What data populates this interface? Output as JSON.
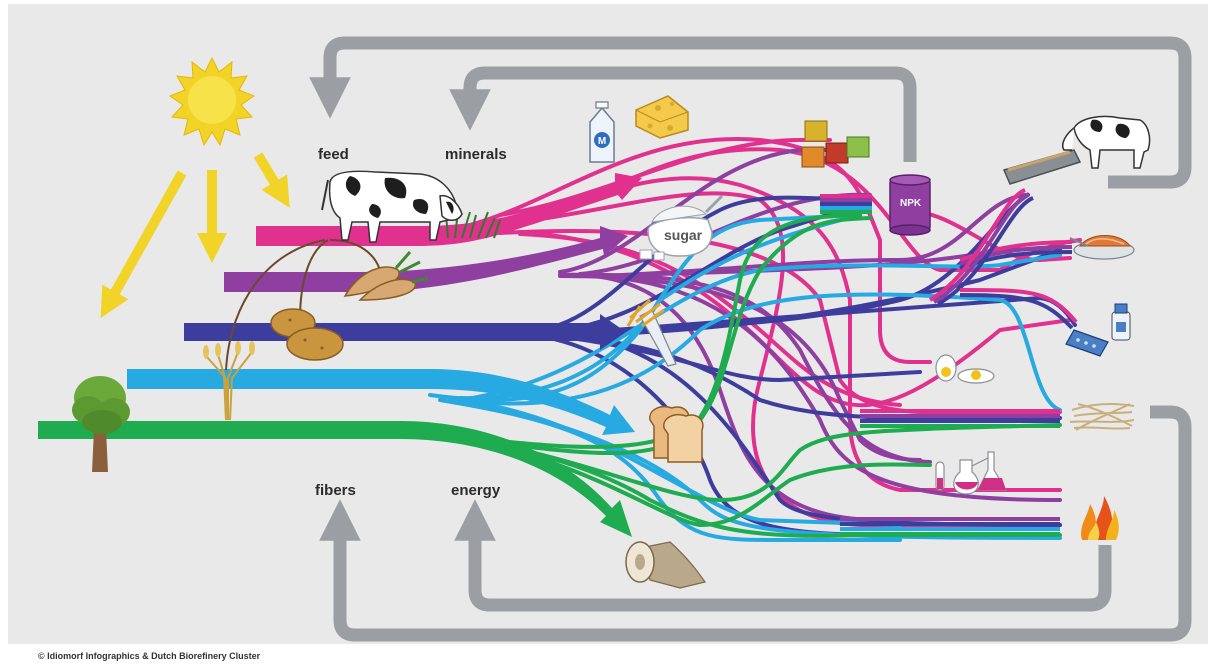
{
  "labels": {
    "feed": "feed",
    "minerals": "minerals",
    "fibers": "fibers",
    "energy": "energy",
    "sugar": "sugar",
    "npk": "NPK"
  },
  "credit": "© Idiomorf Infographics & Dutch Biorefinery Cluster",
  "colors": {
    "magenta": "#e0318f",
    "purple": "#8e3fa0",
    "indigo": "#3d3d9e",
    "sky": "#27a9e1",
    "green": "#1fab4f",
    "sun": "#f2d327",
    "return_arrow": "#9b9fa3",
    "background": "#e9e9e9"
  },
  "icons": [
    "sun-icon",
    "tree-icon",
    "wheat-icon",
    "potato-icon",
    "beet-icon",
    "grass-icon",
    "cow-icon",
    "milk-carton-icon",
    "cheese-icon",
    "bouillon-cubes-icon",
    "npk-can-icon",
    "sugar-bowl-icon",
    "fries-icon",
    "bread-icon",
    "toilet-roll-icon",
    "feeding-cow-icon",
    "pasta-plate-icon",
    "medicine-icon",
    "egg-icon",
    "chemistry-flasks-icon",
    "straw-fibers-icon",
    "fire-icon"
  ]
}
